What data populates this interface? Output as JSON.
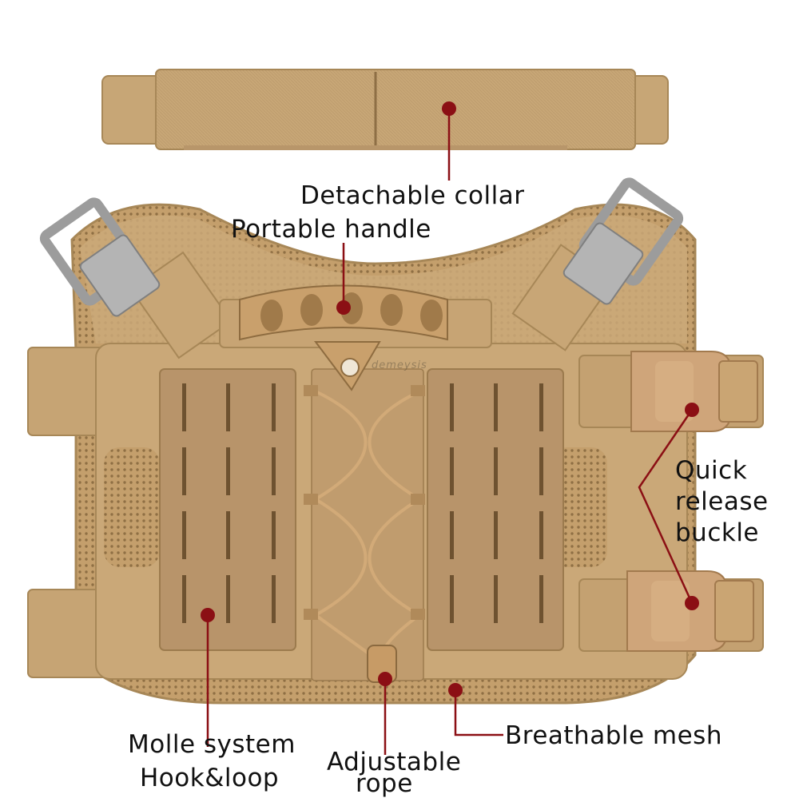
{
  "colors": {
    "tan": "#c9a878",
    "tan_dark": "#a78757",
    "tan_light": "#d8bd93",
    "callout": "#8b0f14",
    "metal": "#a9a9a9"
  },
  "watermark": "demeysis",
  "labels": {
    "detachable_collar": "Detachable collar",
    "portable_handle": "Portable handle",
    "quick_release_buckle": [
      "Quick",
      "release",
      "buckle"
    ],
    "molle_system": [
      "Molle system",
      "Hook&loop"
    ],
    "adjustable_rope": [
      "Adjustable",
      "rope"
    ],
    "breathable_mesh": "Breathable mesh"
  }
}
